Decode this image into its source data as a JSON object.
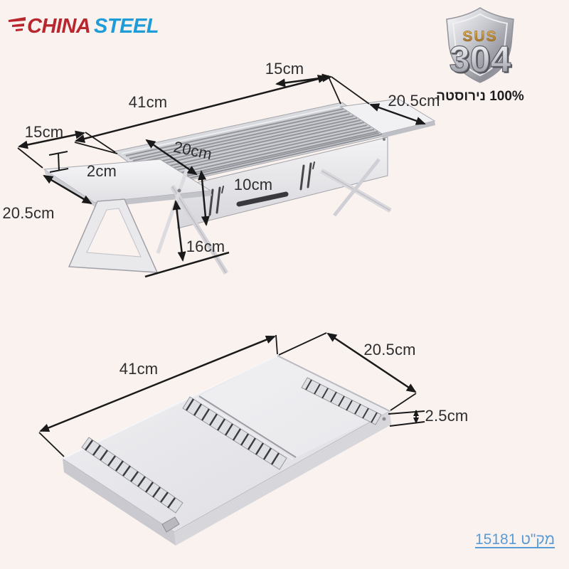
{
  "page": {
    "background_color": "#faf2ef",
    "arrow_color": "#1a1a1a",
    "dim_text_color": "#2d2d2f"
  },
  "brand": {
    "name_red": "CHINA",
    "name_blue": "STEEL",
    "color_red": "#b8262e",
    "color_blue": "#1e9cd7"
  },
  "badge": {
    "top_text": "SUS",
    "grade": "304",
    "subtitle": "100% נירוסטה",
    "gold_color": "#c98f35",
    "silver_color": "#b7b8be"
  },
  "assembled_view": {
    "length": "41cm",
    "right_wing_width": "15cm",
    "right_wing_depth": "20.5cm",
    "left_wing_width": "15cm",
    "left_wing_depth": "20.5cm",
    "grill_depth": "20cm",
    "shelf_thickness": "2cm",
    "body_height": "10cm",
    "leg_height": "16cm"
  },
  "folded_view": {
    "length": "41cm",
    "width": "20.5cm",
    "thickness": "2.5cm"
  },
  "footer": {
    "sku": "מק\"ט 15181",
    "sku_color": "#5b9bd5"
  }
}
